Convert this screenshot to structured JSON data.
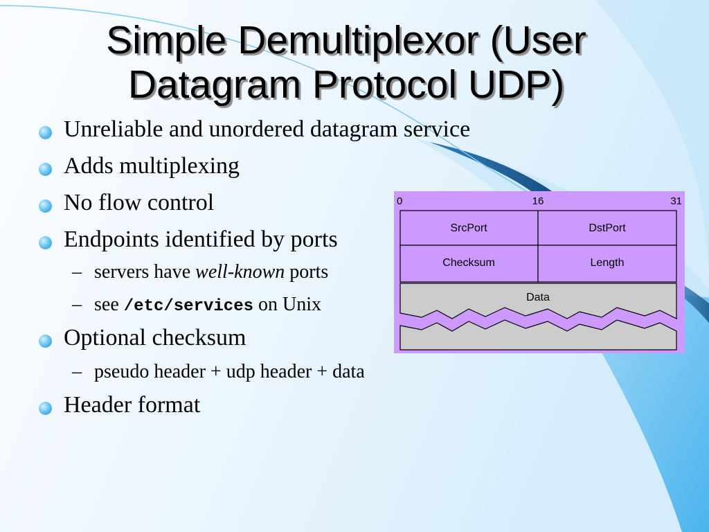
{
  "slide": {
    "title": "Simple Demultiplexor (User Datagram Protocol UDP)",
    "bullets": [
      {
        "text": "Unreliable and unordered datagram service"
      },
      {
        "text": "Adds multiplexing"
      },
      {
        "text": "No flow control"
      },
      {
        "text": "Endpoints identified by ports"
      },
      {
        "sub": true,
        "text_before": "servers have ",
        "text_italic": "well-known",
        "text_after": " ports"
      },
      {
        "sub": true,
        "text_before": "see ",
        "text_mono": "/etc/services",
        "text_after": " on Unix"
      },
      {
        "text": "Optional checksum"
      },
      {
        "sub": true,
        "text": "pseudo header + udp header + data"
      },
      {
        "text": "Header format"
      }
    ]
  },
  "diagram": {
    "bit_labels": {
      "start": "0",
      "mid": "16",
      "end": "31"
    },
    "fields": {
      "src_port": "SrcPort",
      "dst_port": "DstPort",
      "checksum": "Checksum",
      "length": "Length",
      "data": "Data"
    },
    "colors": {
      "header_bg": "#cc99ff",
      "data_bg": "#cccccc",
      "line": "#000000"
    }
  },
  "theme": {
    "bullet_color": "#6cc6f5",
    "accent_blue": "#55b8f0"
  }
}
